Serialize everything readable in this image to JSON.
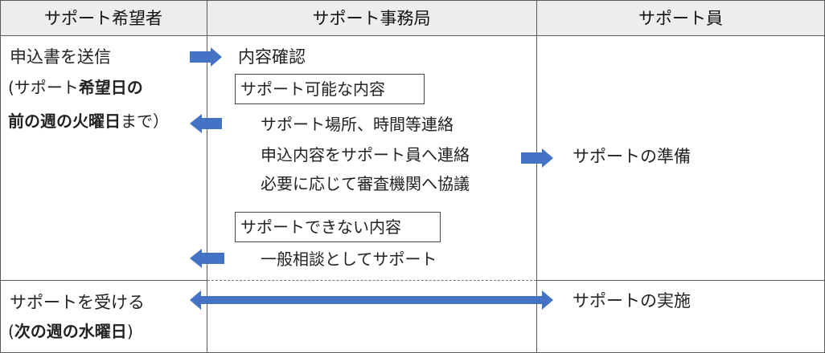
{
  "headers": {
    "requester": "サポート希望者",
    "office": "サポート事務局",
    "supporter": "サポート員"
  },
  "requester": {
    "submit": "申込書を送信",
    "deadline_open": "(サポート",
    "deadline_bold1": "希望日の",
    "deadline_bold2": "前の週の火曜日",
    "deadline_close": "まで）",
    "receive": "サポートを受ける",
    "receive_date_open": "(",
    "receive_date_bold": "次の週の水曜日",
    "receive_date_close": ")"
  },
  "office": {
    "confirm": "内容確認",
    "possible_label": "サポート可能な内容",
    "possible_steps": [
      "サポート場所、時間等連絡",
      "申込内容をサポート員へ連絡",
      "必要に応じて審査機関へ協議"
    ],
    "impossible_label": "サポートできない内容",
    "impossible_step": "一般相談としてサポート"
  },
  "supporter": {
    "prepare": "サポートの準備",
    "perform": "サポートの実施"
  },
  "colors": {
    "arrow": "#4472c4",
    "header_bg": "#ededed",
    "border": "#5a5a5a"
  }
}
